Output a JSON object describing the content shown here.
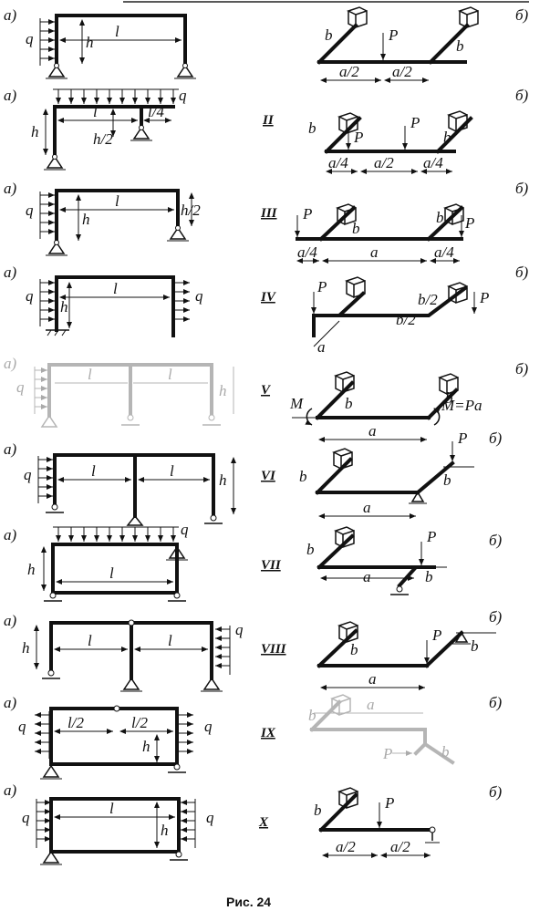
{
  "figure": {
    "caption": "Рис. 24",
    "left_label": "а)",
    "right_label": "б)",
    "labels": {
      "q": "q",
      "h": "h",
      "l": "l",
      "l2": "l/2",
      "l4": "l/4",
      "h2": "h/2",
      "b": "b",
      "b2": "b/2",
      "P": "P",
      "a": "a",
      "a2": "a/2",
      "a4": "a/4",
      "M": "M",
      "MPa": "M=Pa"
    },
    "rows": [
      {
        "roman": ""
      },
      {
        "roman": "II"
      },
      {
        "roman": "III"
      },
      {
        "roman": "IV"
      },
      {
        "roman": "V"
      },
      {
        "roman": "VI"
      },
      {
        "roman": "VII"
      },
      {
        "roman": "VIII"
      },
      {
        "roman": "IX"
      },
      {
        "roman": "X"
      }
    ]
  }
}
